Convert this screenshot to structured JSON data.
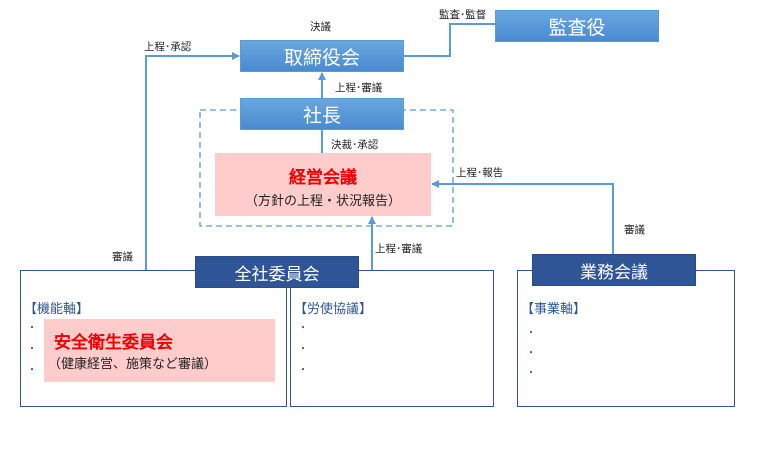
{
  "nodes": {
    "board": "取締役会",
    "auditor": "監査役",
    "president": "社長",
    "management_meeting": {
      "title": "経営会議",
      "subtitle": "（方針の上程・状況報告）"
    },
    "company_committee": "全社委員会",
    "business_meeting": "業務会議",
    "safety_committee": {
      "title": "安全衛生委員会",
      "subtitle": "（健康経営、施策など審議）"
    }
  },
  "groups": {
    "function_axis": {
      "title": "【機能軸】",
      "bullets": [
        "・",
        "・",
        "・"
      ]
    },
    "labor_council": {
      "title": "【労使協議】",
      "bullets": [
        "・",
        "・",
        "・"
      ]
    },
    "business_axis": {
      "title": "【事業軸】",
      "bullets": [
        "・",
        "・",
        "・"
      ]
    }
  },
  "edge_labels": {
    "board_resolution": "決議",
    "submit_approve": "上程･承認",
    "audit_supervise": "監査･監督",
    "submit_deliberate_to_board": "上程･審議",
    "decide_approve": "決裁･承認",
    "submit_report": "上程･報告",
    "deliberate_business": "審議",
    "deliberate_committee": "審議",
    "submit_deliberate_to_mgmt": "上程･審議"
  },
  "colors": {
    "connector": "#5b9bd5",
    "blue_box": "#5b9bd5",
    "navy_box": "#2f5597",
    "pink_fill": "#ffcccc",
    "red_text": "#ee0000"
  }
}
